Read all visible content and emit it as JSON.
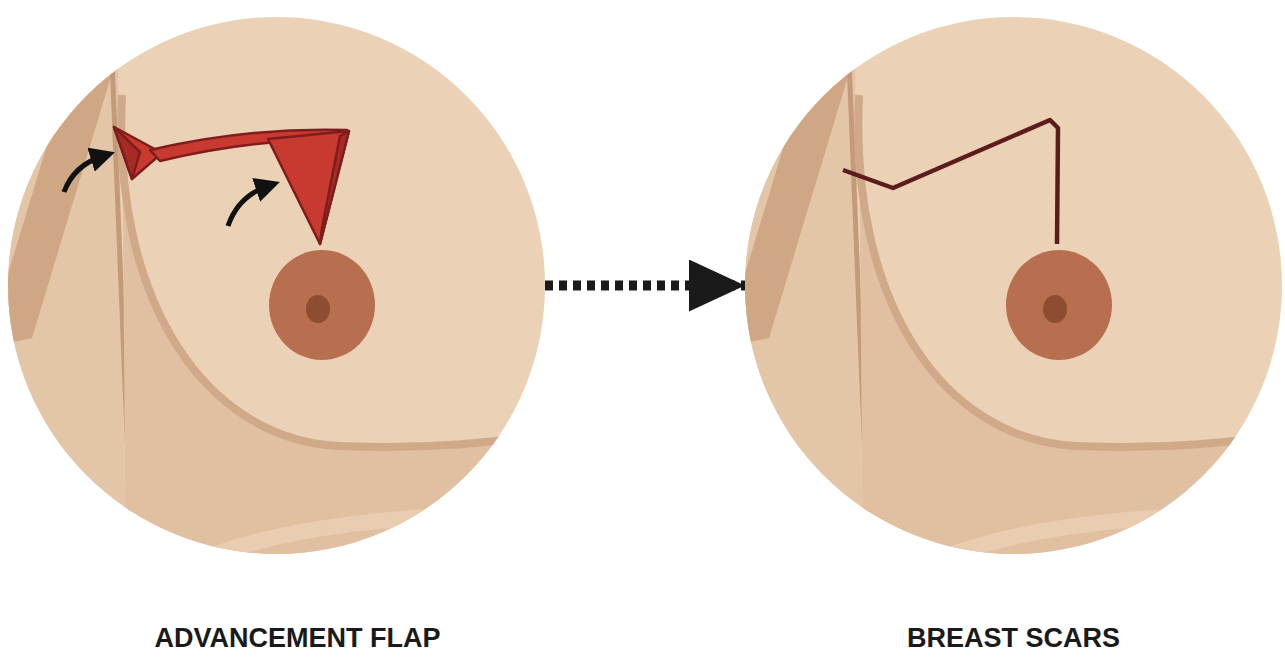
{
  "diagram": {
    "nodes": [
      {
        "text": [
          "ADVANCEMENT FLAP"
        ]
      },
      {
        "text": [
          "BREAST SCARS"
        ]
      }
    ],
    "edges": [
      {
        "from": 0,
        "to": 1,
        "arrow": "to"
      }
    ]
  }
}
